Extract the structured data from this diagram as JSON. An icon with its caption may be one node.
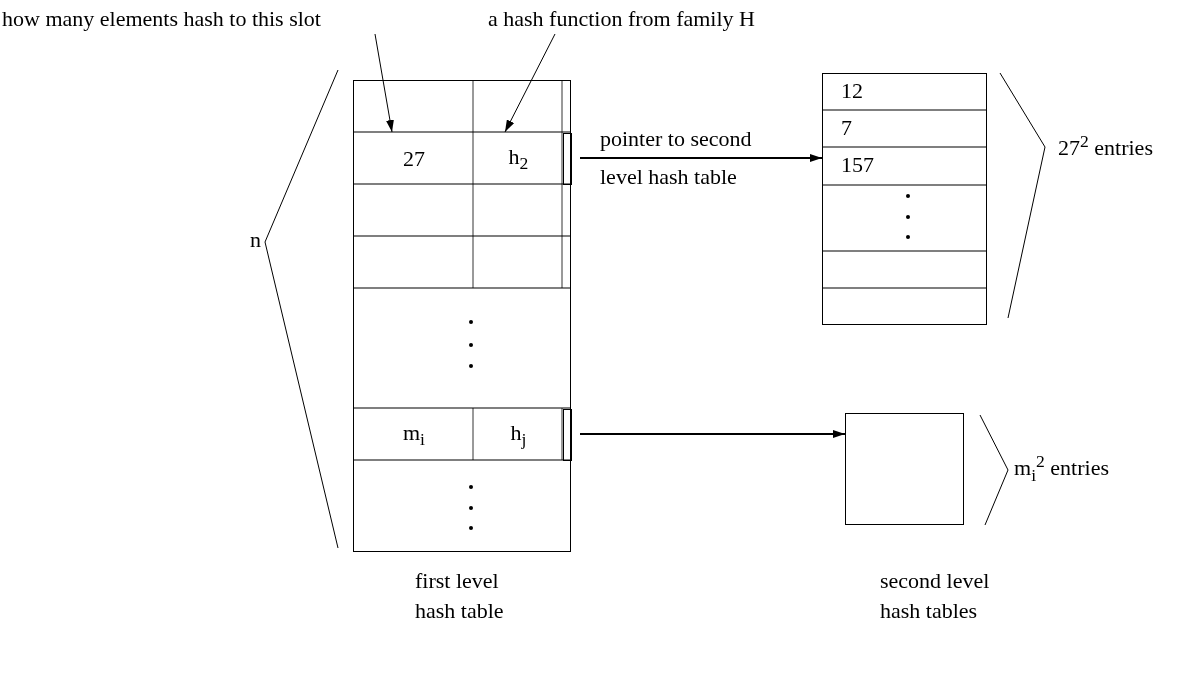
{
  "diagram": {
    "nodes": [
      {
        "text": [],
        "shape": "box"
      },
      {
        "text": [
          "27"
        ],
        "in": 0
      },
      {
        "text": [
          "h$_{2}$"
        ],
        "in": 0
      },
      {
        "text": [],
        "shape": "box",
        "in": 0
      },
      {
        "text": [
          "m$_{i}$"
        ],
        "in": 0
      },
      {
        "text": [
          "h$_{j}$"
        ],
        "in": 0
      },
      {
        "text": [],
        "shape": "box",
        "in": 0
      },
      {
        "text": [],
        "shape": "box"
      },
      {
        "text": [
          "12"
        ],
        "in": 7
      },
      {
        "text": [
          "7"
        ],
        "in": 7
      },
      {
        "text": [
          "157"
        ],
        "in": 7
      },
      {
        "text": [],
        "shape": "box"
      },
      {
        "text": [
          "how many elements hash to this slot"
        ]
      },
      {
        "text": [
          "a hash function from family H"
        ]
      }
    ],
    "edges": [
      {
        "from": 12,
        "to": 1,
        "arrow": "to"
      },
      {
        "from": 13,
        "to": 2,
        "arrow": "to"
      },
      {
        "from": 3,
        "to": 7,
        "arrow": "to",
        "label": "pointer to second level hash table"
      },
      {
        "from": 6,
        "to": 11,
        "arrow": "to"
      }
    ],
    "labels": [
      "n",
      "27$^{2}$ entries",
      "m$_{i}$$^{2}$ entries",
      "first level hash table",
      "second level hash tables"
    ]
  }
}
